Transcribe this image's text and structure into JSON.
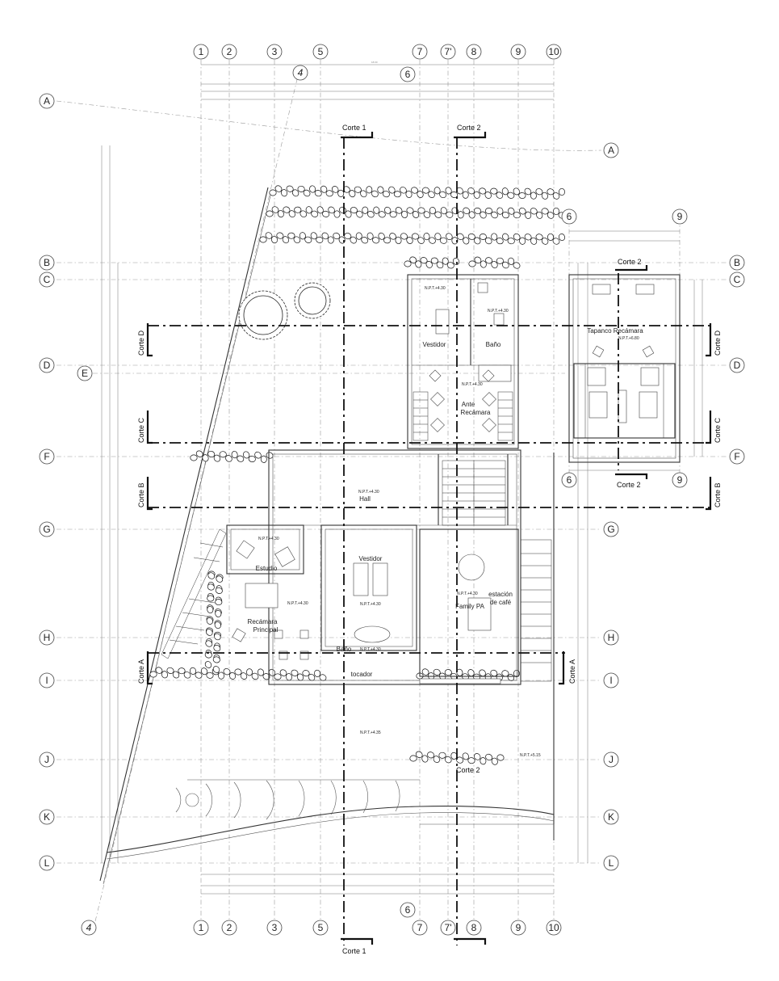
{
  "grid_top_labels": [
    "1",
    "2",
    "3",
    "5",
    "7",
    "7'",
    "8",
    "9",
    "10"
  ],
  "grid_top_inner_labels": [
    "4",
    "6"
  ],
  "grid_bottom_labels": [
    "1",
    "2",
    "3",
    "5",
    "7",
    "7'",
    "8",
    "9",
    "10"
  ],
  "grid_bottom_inner_labels": [
    "6"
  ],
  "grid_bottom_left_label": "4",
  "grid_left_labels": [
    "A",
    "B",
    "C",
    "D",
    "E",
    "F",
    "G",
    "H",
    "I",
    "J",
    "K",
    "L"
  ],
  "grid_right_labels": [
    "A",
    "B",
    "C",
    "D",
    "F",
    "G",
    "H",
    "I",
    "J",
    "K",
    "L"
  ],
  "annex_axis_labels": [
    "6",
    "9"
  ],
  "section_cuts": {
    "top": [
      "Corte 1",
      "Corte 2"
    ],
    "bottom": [
      "Corte 1"
    ],
    "annex_top": "Corte 2",
    "annex_bottom": "Corte 2",
    "interior": "Corte 2",
    "left_vertical": [
      "Corte D",
      "Corte C",
      "Corte B",
      "Corte A"
    ],
    "right_vertical": [
      "Corte D",
      "Corte C",
      "Corte B"
    ],
    "right_a": "Corte A"
  },
  "rooms": {
    "vestidor_upper": "Vestidor",
    "bano_upper": "Baño",
    "ante": "Ante",
    "recamara": "Recámara",
    "tapanco": "Tapanco Recámara",
    "hall": "Hall",
    "estudio": "Estudio",
    "vestidor_lower": "Vestidor",
    "recamara_principal_1": "Recámara",
    "recamara_principal_2": "Principal",
    "bano_lower": "Baño",
    "tocador": "tocador",
    "family": "Family PA",
    "estacion_1": "estación",
    "estacion_2": "de café"
  },
  "levels": {
    "npt_430": "N.P.T.+4.30",
    "npt_680": "N.P.T.+6.80",
    "npt_435": "N.P.T.+4.35",
    "npt_515": "N.P.T.+5.15"
  },
  "dimension_text": "18.00"
}
